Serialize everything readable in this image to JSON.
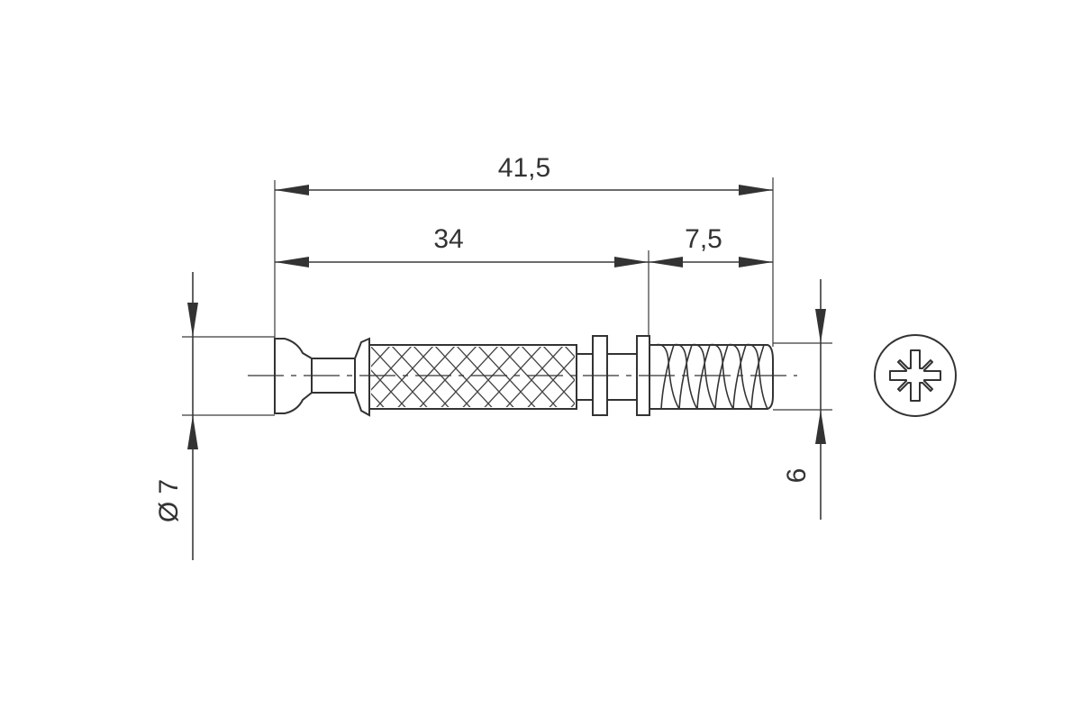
{
  "dimensions": {
    "total_length": "41,5",
    "body_length": "34",
    "thread_length": "7,5",
    "head_diameter": "Ø 7",
    "thread_diameter": "6"
  },
  "icons": {
    "drive": "pozidriv-cross-icon"
  },
  "colors": {
    "line": "#333333",
    "background": "#ffffff"
  }
}
